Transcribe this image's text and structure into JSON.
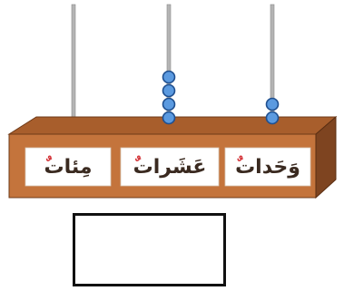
{
  "abacus": {
    "rods": [
      {
        "id": "hundreds",
        "beads": 0
      },
      {
        "id": "tens",
        "beads": 4
      },
      {
        "id": "units",
        "beads": 2
      }
    ],
    "labels": {
      "hundreds": {
        "base": "مِئات",
        "mark": "ٌ"
      },
      "tens": {
        "base": "عَشَرات",
        "mark": "ٌ"
      },
      "units": {
        "base": "وَحَدات",
        "mark": "ٌ"
      }
    }
  },
  "colors": {
    "frame_front": "#c4743c",
    "frame_top": "#a85e2c",
    "frame_side": "#7e4420",
    "label_panel": "#ffffff",
    "rod": "#9a9a9a",
    "bead": "#5b9ae0",
    "bead_outline": "#1f4f8f",
    "text": "#3a2a20",
    "harakah": "#d4353a",
    "answer_box_border": "#111111"
  }
}
